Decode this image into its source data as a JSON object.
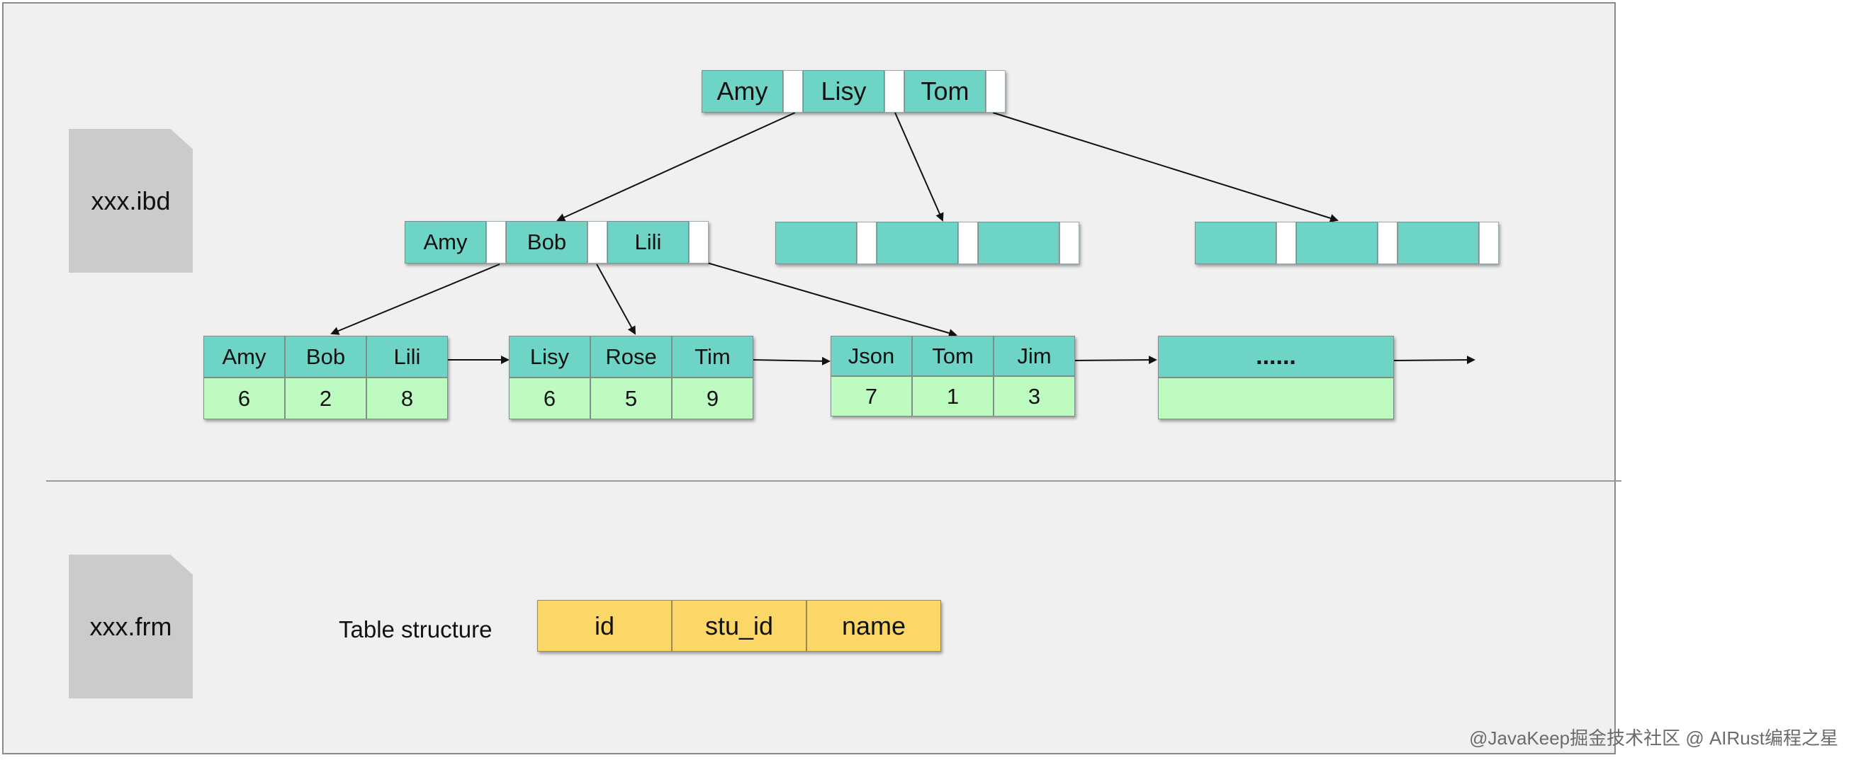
{
  "files": {
    "ibd": "xxx.ibd",
    "frm": "xxx.frm"
  },
  "tree": {
    "root": [
      "Amy",
      "Lisy",
      "Tom"
    ],
    "internal": [
      [
        "Amy",
        "Bob",
        "Lili"
      ],
      [
        "",
        "",
        ""
      ],
      [
        "",
        "",
        ""
      ]
    ],
    "leaves": [
      {
        "keys": [
          "Amy",
          "Bob",
          "Lili"
        ],
        "values": [
          "6",
          "2",
          "8"
        ]
      },
      {
        "keys": [
          "Lisy",
          "Rose",
          "Tim"
        ],
        "values": [
          "6",
          "5",
          "9"
        ]
      },
      {
        "keys": [
          "Json",
          "Tom",
          "Jim"
        ],
        "values": [
          "7",
          "1",
          "3"
        ]
      },
      {
        "keys": [
          "......"
        ],
        "values": [
          ""
        ]
      }
    ]
  },
  "table_structure": {
    "label": "Table structure",
    "columns": [
      "id",
      "stu_id",
      "name"
    ]
  },
  "watermark": "@JavaKeep掘金技术社区 @ AIRust编程之星",
  "colors": {
    "key": "#6dd4c6",
    "value": "#bdfbc0",
    "column": "#fbd767",
    "panel": "#f0f0f0"
  }
}
